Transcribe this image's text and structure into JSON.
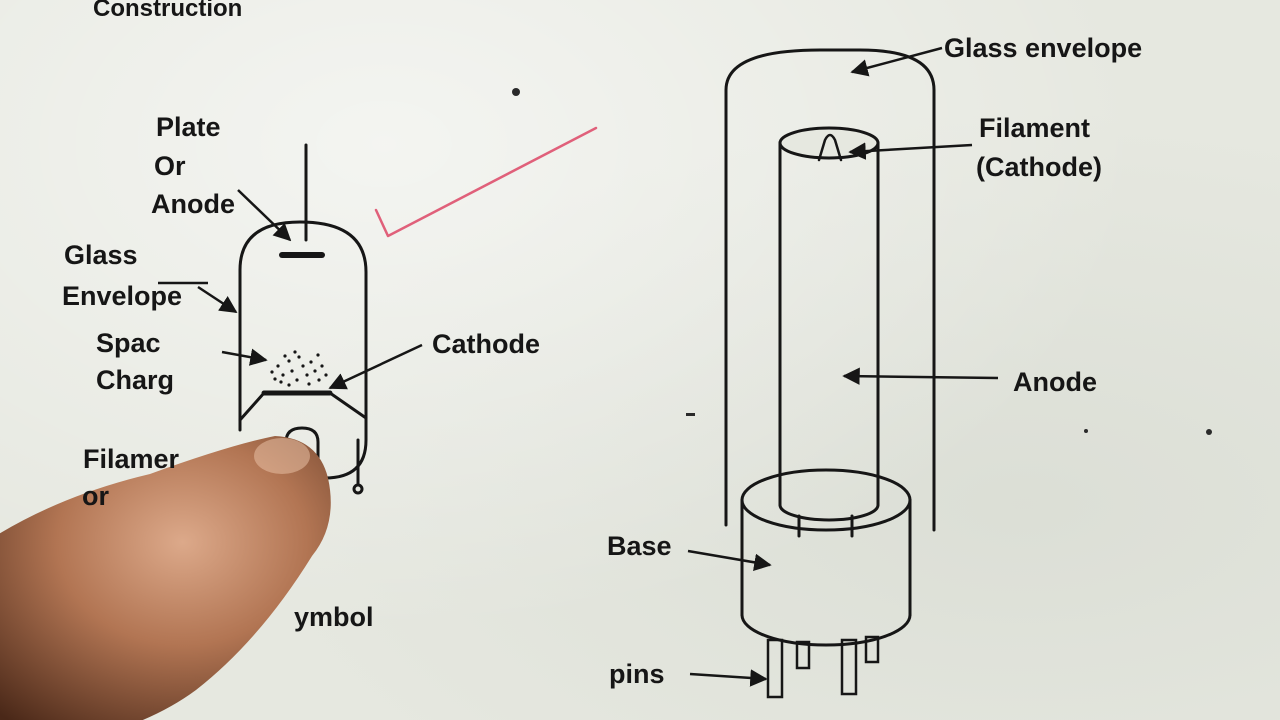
{
  "page": {
    "heading": "Construction"
  },
  "symbol_diagram": {
    "labels": {
      "plate": "Plate",
      "or_1": "Or",
      "anode": "Anode",
      "glass": "Glass",
      "envelope": "Envelope",
      "space": "Spac",
      "charge": "Charg",
      "cathode": "Cathode",
      "filament": "Filamer",
      "or_2": "or",
      "caption": "ymbol"
    }
  },
  "tube_diagram": {
    "labels": {
      "glass_envelope": "Glass envelope",
      "filament": "Filament",
      "cathode": "(Cathode)",
      "anode": "Anode",
      "base": "Base",
      "pins": "pins"
    }
  },
  "colors": {
    "ink": "#161616",
    "tick_mark": "#e0607a",
    "paper": "#e6e8e0",
    "finger": "#a56a4a"
  }
}
